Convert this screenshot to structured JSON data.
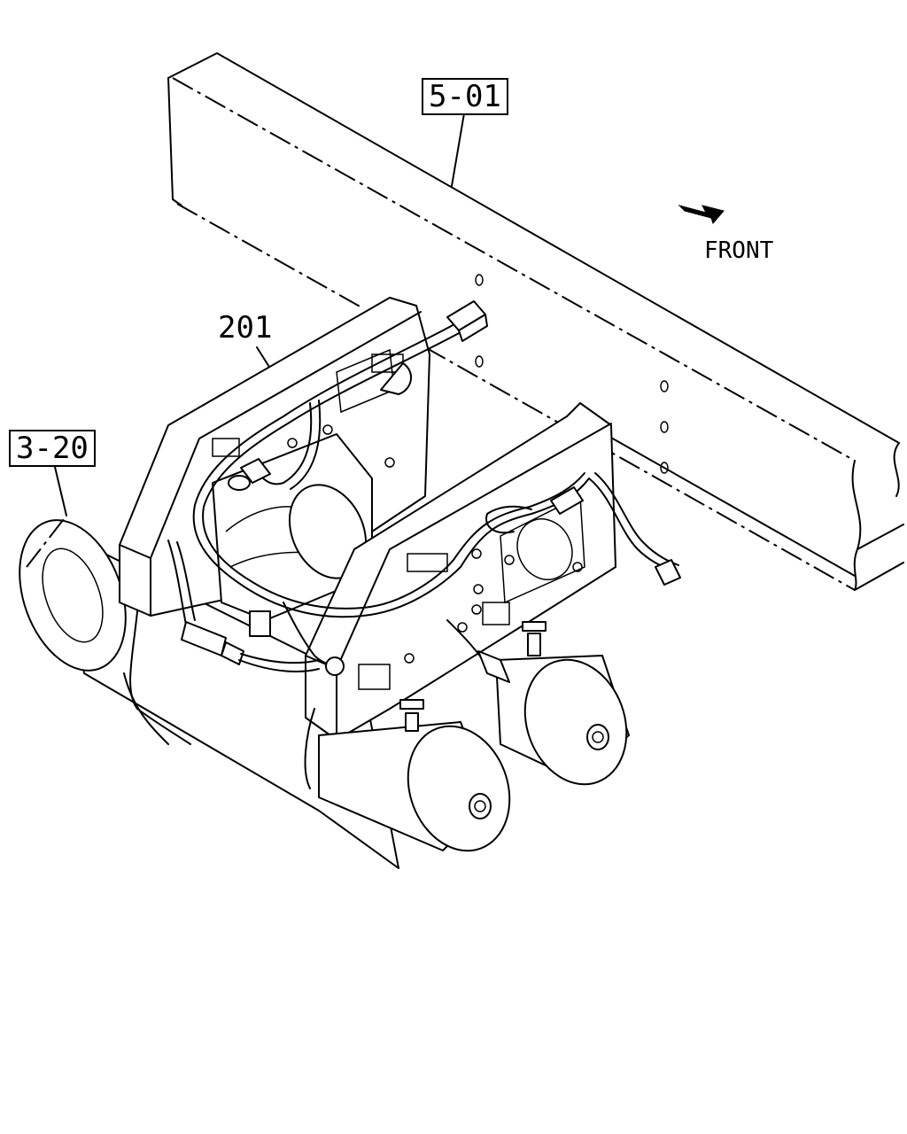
{
  "callouts": {
    "frame_ref": "5-01",
    "tank_ref": "3-20",
    "harness_ref": "201"
  },
  "direction": {
    "label": "FRONT",
    "icon": "front-arrow-icon"
  },
  "colors": {
    "line": "#000000",
    "background": "#ffffff"
  }
}
